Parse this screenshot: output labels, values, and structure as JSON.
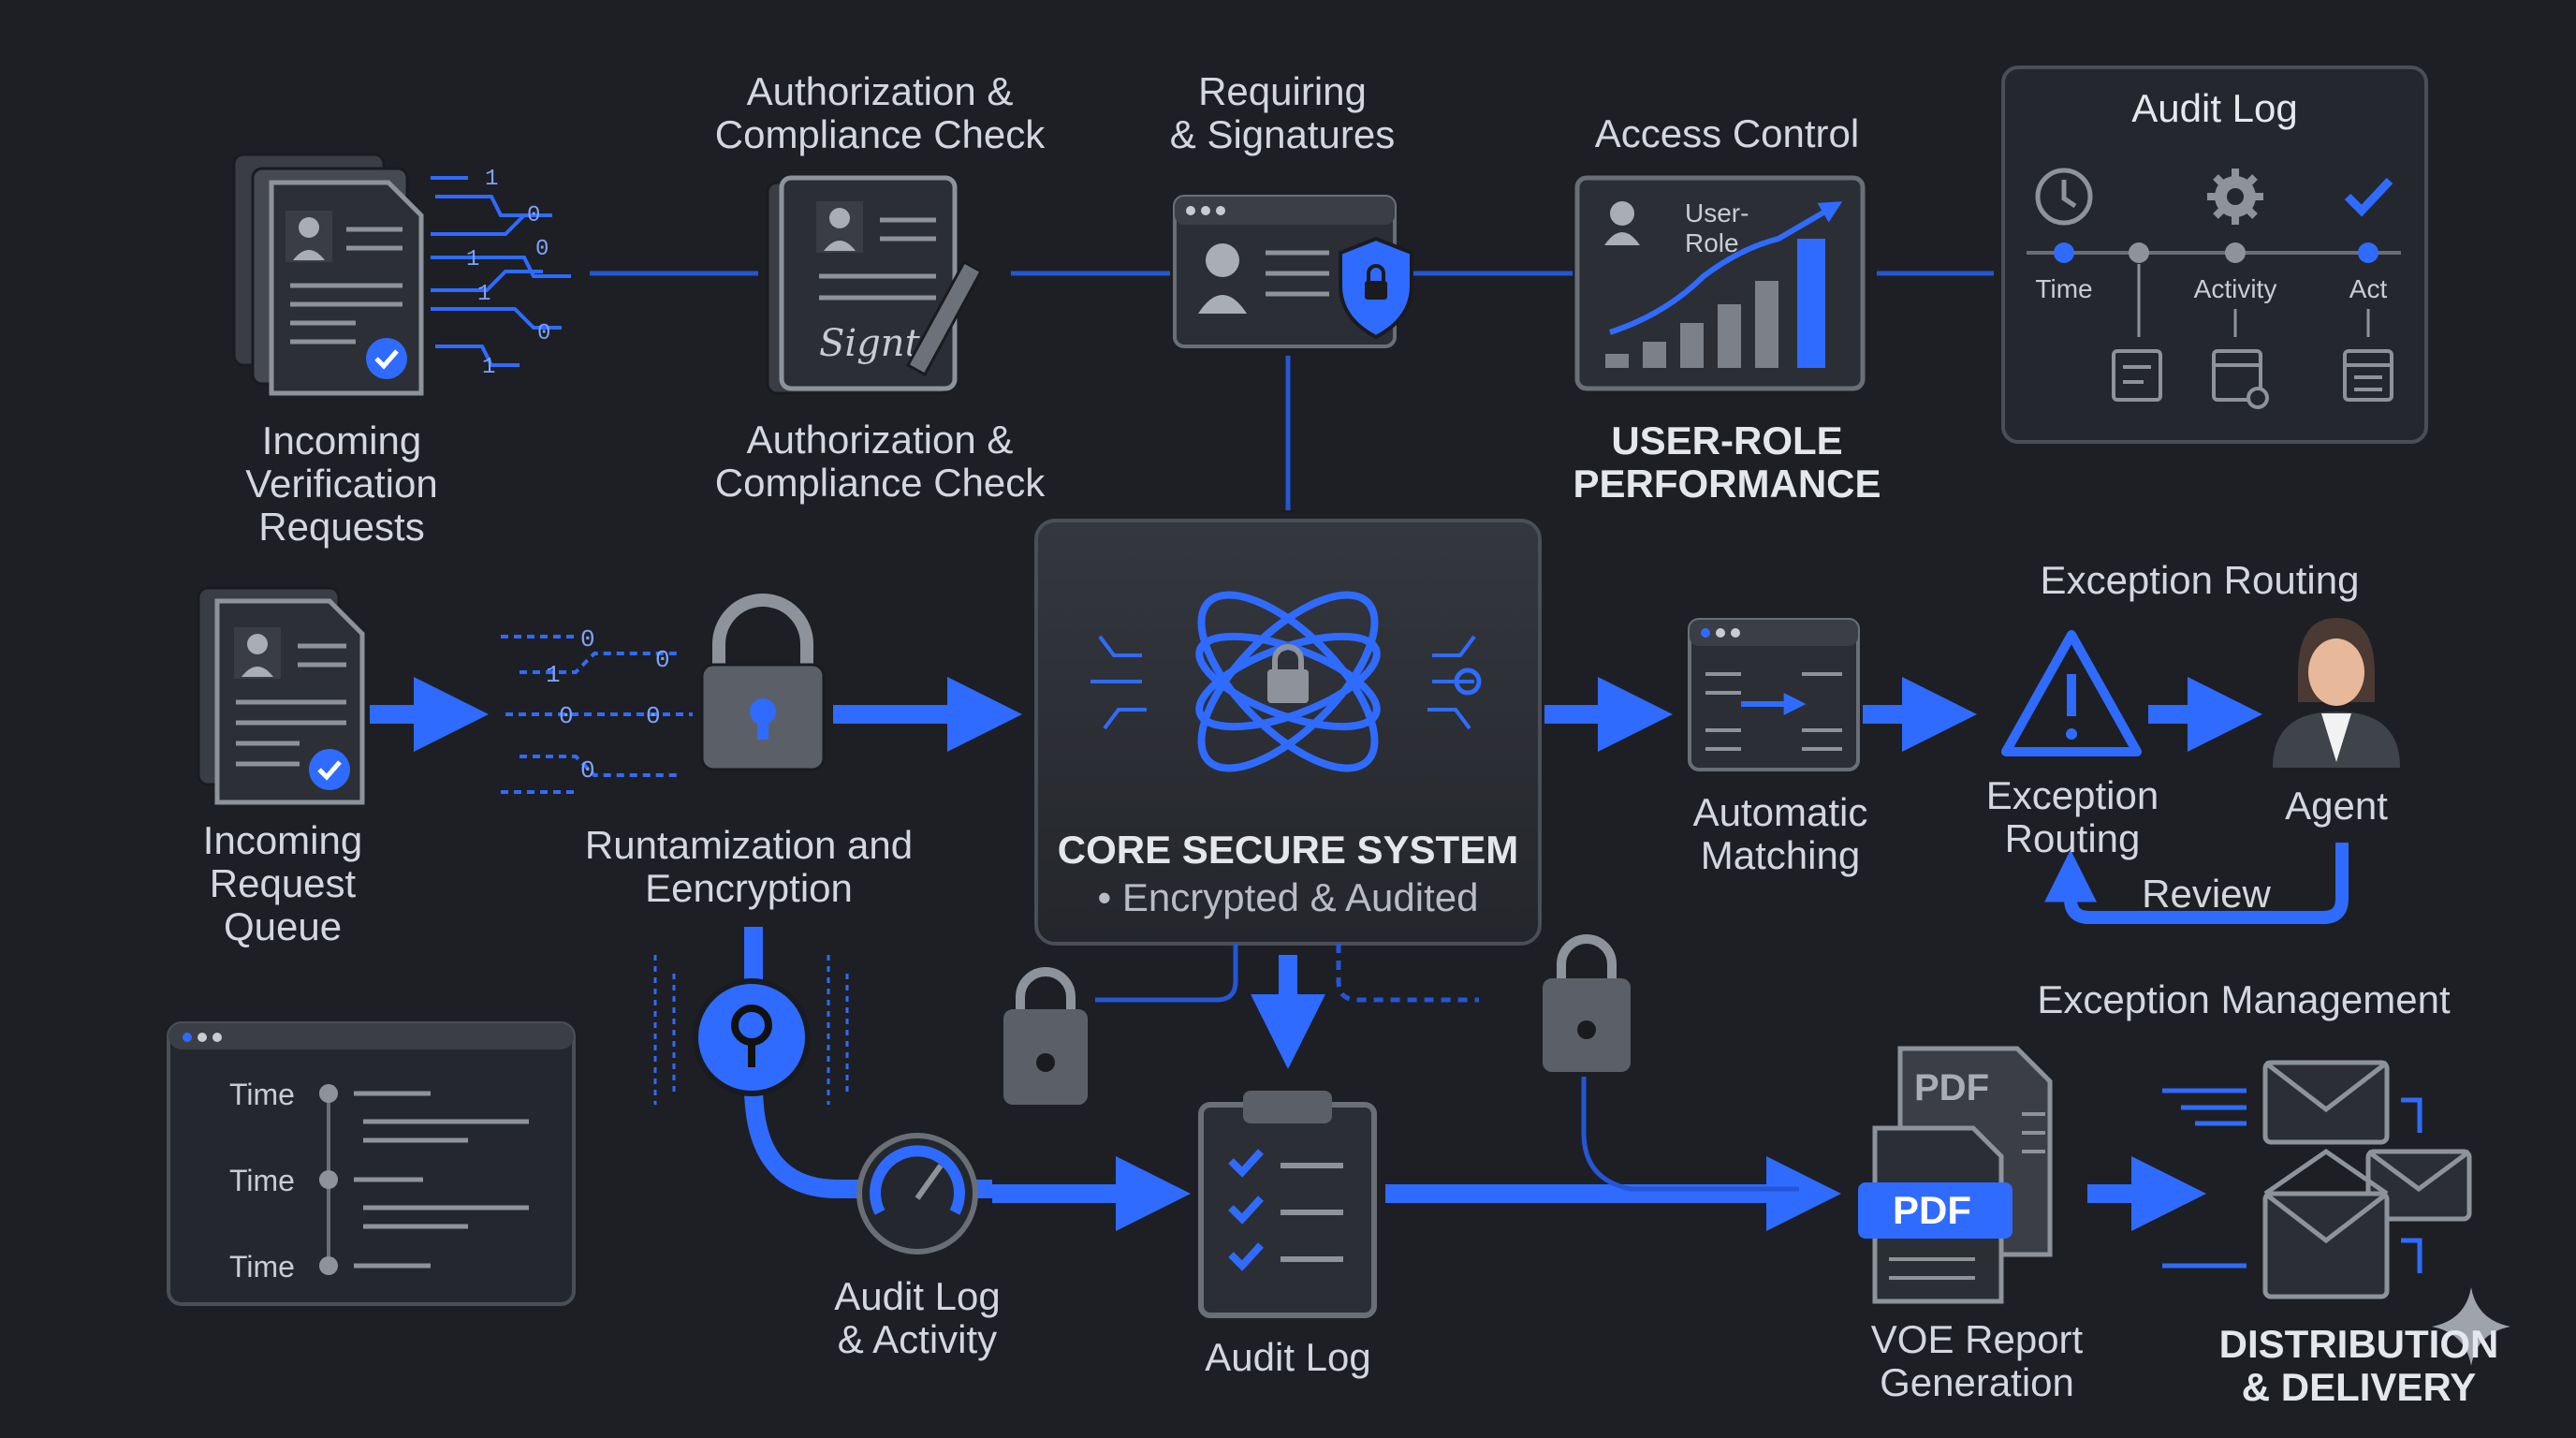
{
  "top_row": {
    "incoming_verification": "Incoming\nVerification\nRequests",
    "auth_check_top": "Authorization &\nCompliance Check",
    "auth_check_bottom": "Authorization &\nCompliance Check",
    "requiring_signatures": "Requiring\n& Signatures",
    "access_control": "Access Control",
    "user_role_performance": "USER-ROLE\nPERFORMANCE",
    "user_role_badge": "User-\nRole",
    "signature_text": "Signt"
  },
  "audit_panel": {
    "title": "Audit Log",
    "time": "Time",
    "activity": "Activity",
    "act": "Act"
  },
  "middle_row": {
    "incoming_queue": "Incoming\nRequest\nQueue",
    "tokenization": "Runtamization and\nEencryption",
    "core_title": "CORE SECURE SYSTEM",
    "core_subtitle": "• Encrypted & Audited",
    "auto_matching": "Automatic\nMatching",
    "exception_routing_title": "Exception Routing",
    "exception_routing": "Exception\nRouting",
    "agent": "Agent",
    "review": "Review",
    "exception_management": "Exception Management"
  },
  "binary_digits": {
    "top": [
      "1",
      "0",
      "1",
      "0",
      "1",
      "0",
      "1"
    ],
    "middle": [
      "0",
      "1",
      "0",
      "0",
      "0",
      "0"
    ]
  },
  "timeline_panel": {
    "time_labels": [
      "Time",
      "Time",
      "Time"
    ]
  },
  "bottom_row": {
    "audit_activity": "Audit Log\n& Activity",
    "audit_log": "Audit Log",
    "voe_report": "VOE Report\nGeneration",
    "pdf_back": "PDF",
    "pdf_front": "PDF",
    "distribution": "DISTRIBUTION\n& DELIVERY"
  },
  "colors": {
    "background": "#1d1f24",
    "accent_blue": "#2f6bff",
    "line_blue": "#2456d6",
    "panel": "#2a2d33",
    "icon_gray": "#8a8f98"
  }
}
